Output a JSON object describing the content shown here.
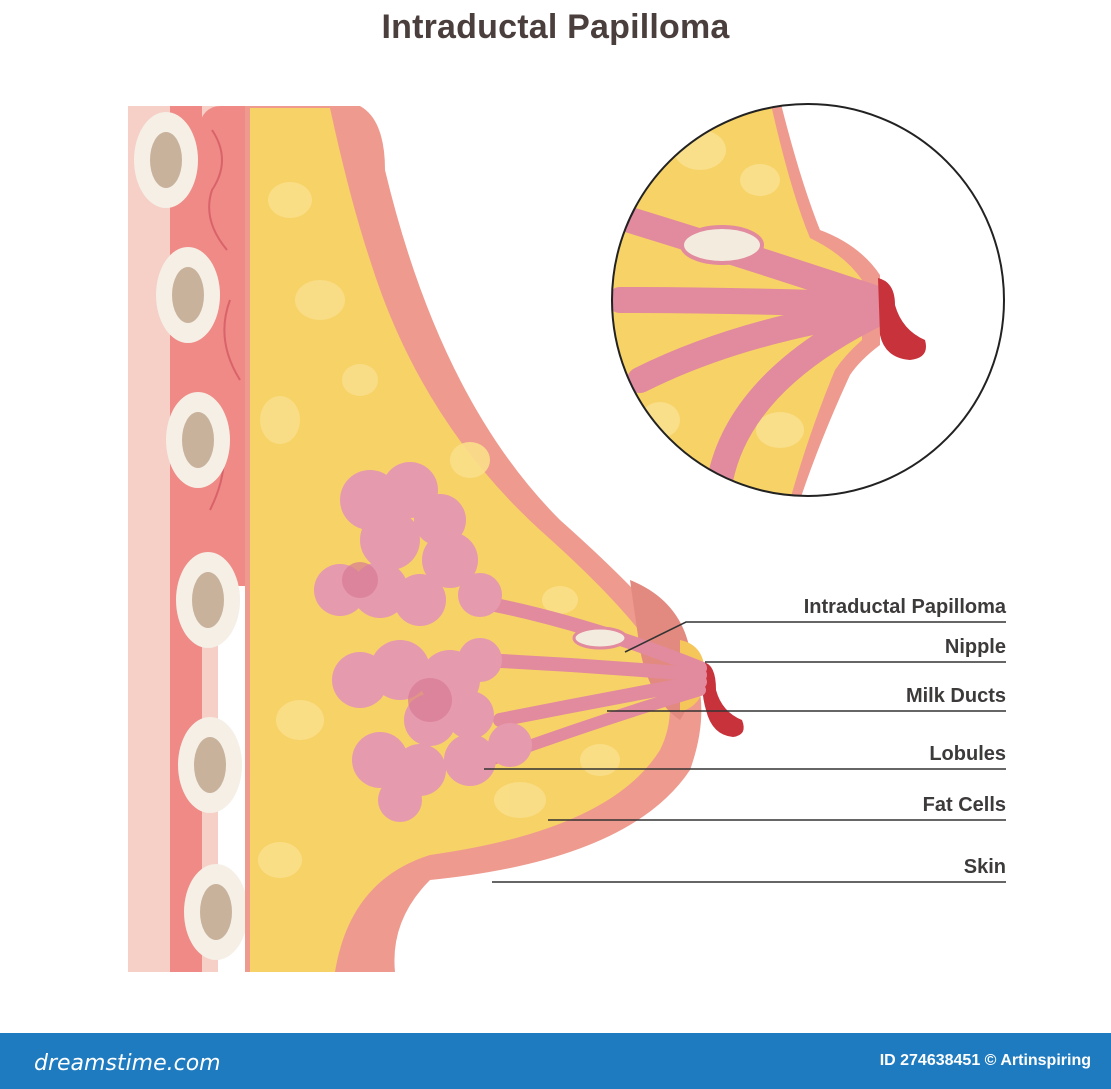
{
  "title": "Intraductal Papilloma",
  "labels": [
    {
      "id": "intraductal-papilloma",
      "text": "Intraductal Papilloma"
    },
    {
      "id": "nipple",
      "text": "Nipple"
    },
    {
      "id": "milk-ducts",
      "text": "Milk Ducts"
    },
    {
      "id": "lobules",
      "text": "Lobules"
    },
    {
      "id": "fat-cells",
      "text": "Fat Cells"
    },
    {
      "id": "skin",
      "text": "Skin"
    }
  ],
  "footer": {
    "brand": "dreamstime.com",
    "image_id": "ID 274638451",
    "copyright_symbol": "©",
    "author": "Artinspiring"
  },
  "colors": {
    "fat": "#f7d267",
    "skin": "#ef9a8e",
    "duct": "#e28a9e",
    "lobule": "#e59aae",
    "blood": "#c8323b",
    "rib": "#e8dccb",
    "muscle": "#ef8a86",
    "footer": "#1f7bbf"
  }
}
